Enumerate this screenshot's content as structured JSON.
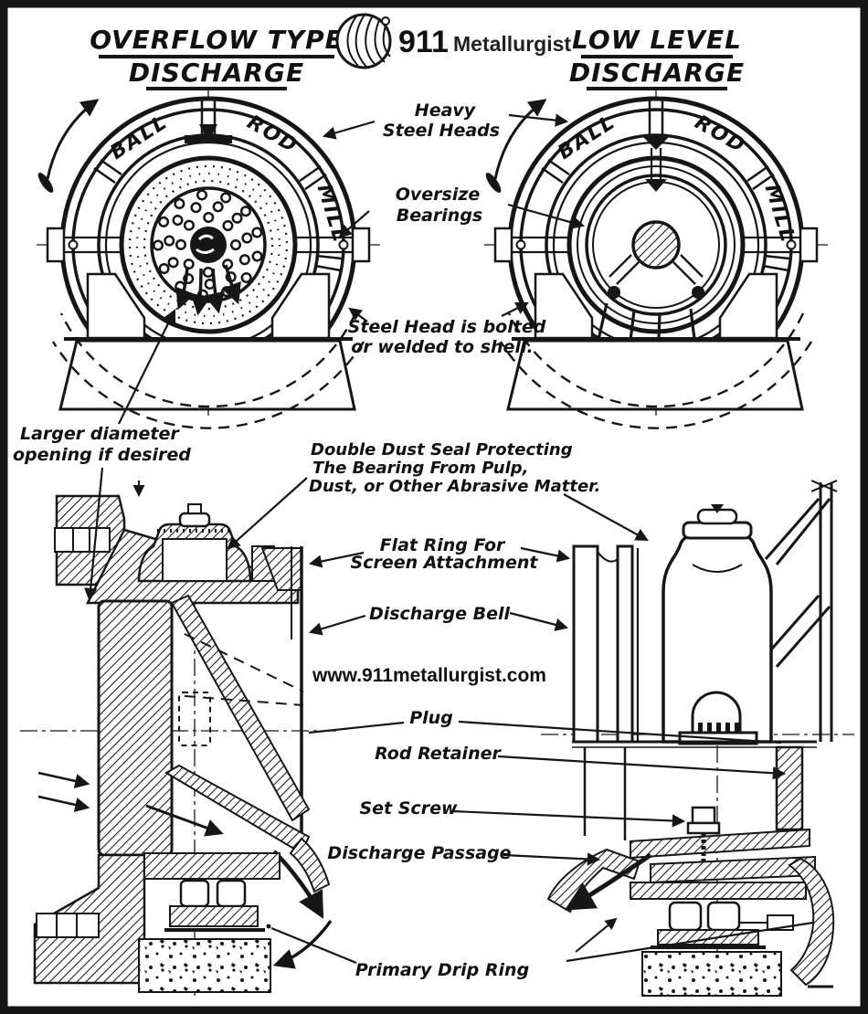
{
  "colors": {
    "ink": "#161616",
    "paper": "#ffffff"
  },
  "header": {
    "title_left_line1": "OVERFLOW TYPE",
    "title_left_line2": "DISCHARGE",
    "title_right_line1": "LOW LEVEL",
    "title_right_line2": "DISCHARGE",
    "logo_number": "911",
    "logo_name": "Metallurgist"
  },
  "mill_segments": [
    "BALL",
    "ROD",
    "MILL"
  ],
  "watermark": "www.911metallurgist.com",
  "annotations": {
    "heavy_steel_heads": [
      "Heavy",
      "Steel Heads"
    ],
    "oversize_bearings": [
      "Oversize",
      "Bearings"
    ],
    "steel_head_bolted": [
      "Steel Head is bolted",
      "or welded to shell."
    ],
    "larger_diameter": [
      "Larger diameter",
      "opening if desired"
    ],
    "double_dust_seal": [
      "Double Dust Seal Protecting",
      "The Bearing From Pulp,",
      "Dust, or Other Abrasive Matter."
    ],
    "flat_ring": [
      "Flat Ring For",
      "Screen Attachment"
    ],
    "discharge_bell": "Discharge Bell",
    "plug": "Plug",
    "rod_retainer": "Rod Retainer",
    "set_screw": "Set Screw",
    "discharge_passage": "Discharge Passage",
    "primary_drip_ring": "Primary Drip Ring"
  }
}
